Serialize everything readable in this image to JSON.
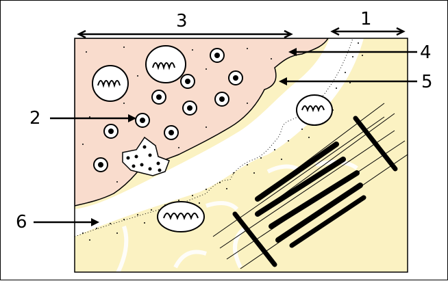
{
  "labels": [
    "1",
    "2",
    "3",
    "4",
    "5",
    "6"
  ],
  "colors": {
    "presynaptic": "#f9dccd",
    "muscle": "#fbf2c2",
    "cleft": "#ffffff",
    "outline": "#000000"
  }
}
